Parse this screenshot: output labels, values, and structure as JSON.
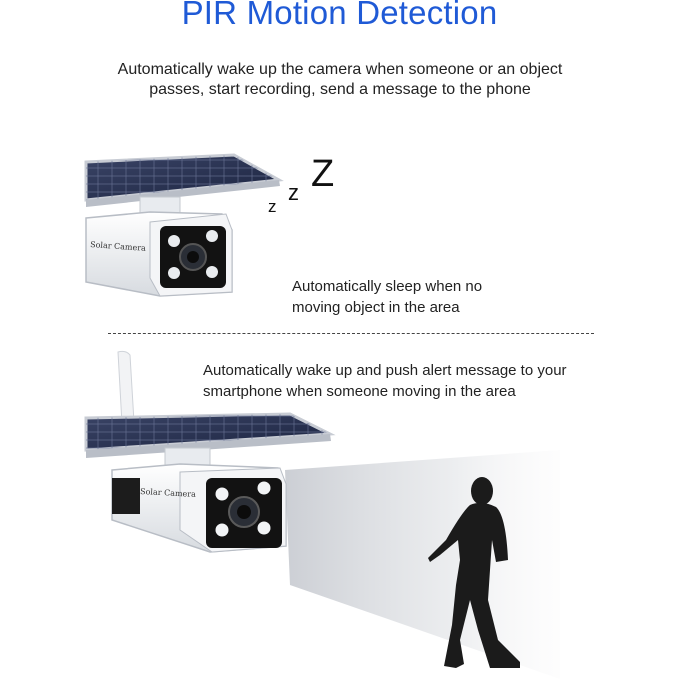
{
  "title": "PIR Motion Detection",
  "subtitle": {
    "line1": "Automatically wake up the camera when someone or an object",
    "line2": "passes, start recording, send a message to the phone"
  },
  "sleep": {
    "z_small": "z",
    "z_medium": "z",
    "z_large": "Z",
    "caption_line1": "Automatically sleep when no",
    "caption_line2": "moving object in the area"
  },
  "wake": {
    "caption_line1": "Automatically wake up and push alert message to your",
    "caption_line2": "smartphone when someone moving in the area"
  },
  "camera_label": "Solar Camera",
  "colors": {
    "title": "#1f5ad6",
    "panel": "#2a3456",
    "camera_body": "#eef0f3",
    "silhouette": "#1b1b1b"
  }
}
